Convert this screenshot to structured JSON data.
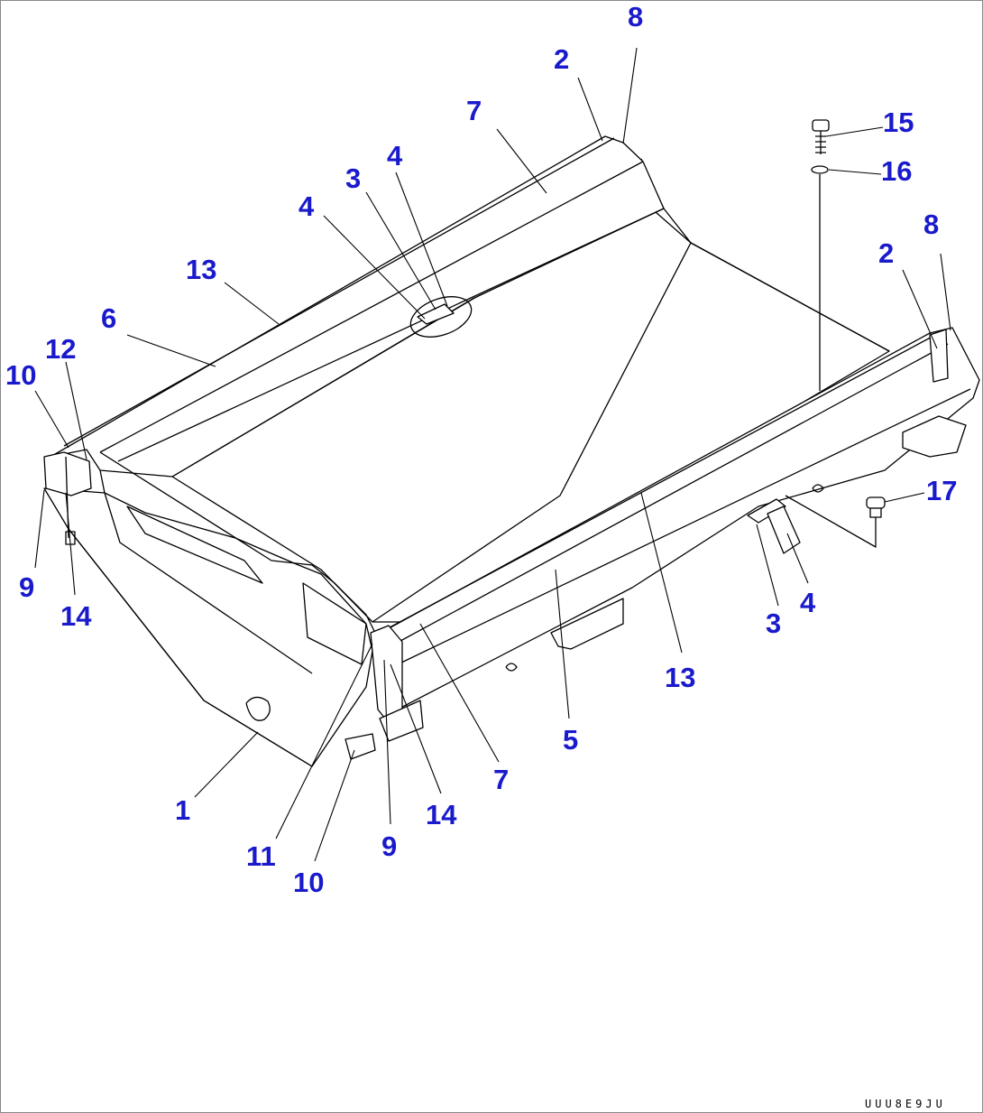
{
  "diagram": {
    "callout_color": "#1a1acd",
    "line_color": "#000000",
    "reference_code": "UUU8E9JU",
    "callouts": {
      "c1": "1",
      "c2a": "2",
      "c2b": "2",
      "c3a": "3",
      "c3b": "3",
      "c4a": "4",
      "c4b": "4",
      "c4c": "4",
      "c5": "5",
      "c6": "6",
      "c7a": "7",
      "c7b": "7",
      "c8a": "8",
      "c8b": "8",
      "c9a": "9",
      "c9b": "9",
      "c10a": "10",
      "c10b": "10",
      "c11": "11",
      "c12": "12",
      "c13a": "13",
      "c13b": "13",
      "c14a": "14",
      "c14b": "14",
      "c15": "15",
      "c16": "16",
      "c17": "17"
    }
  }
}
